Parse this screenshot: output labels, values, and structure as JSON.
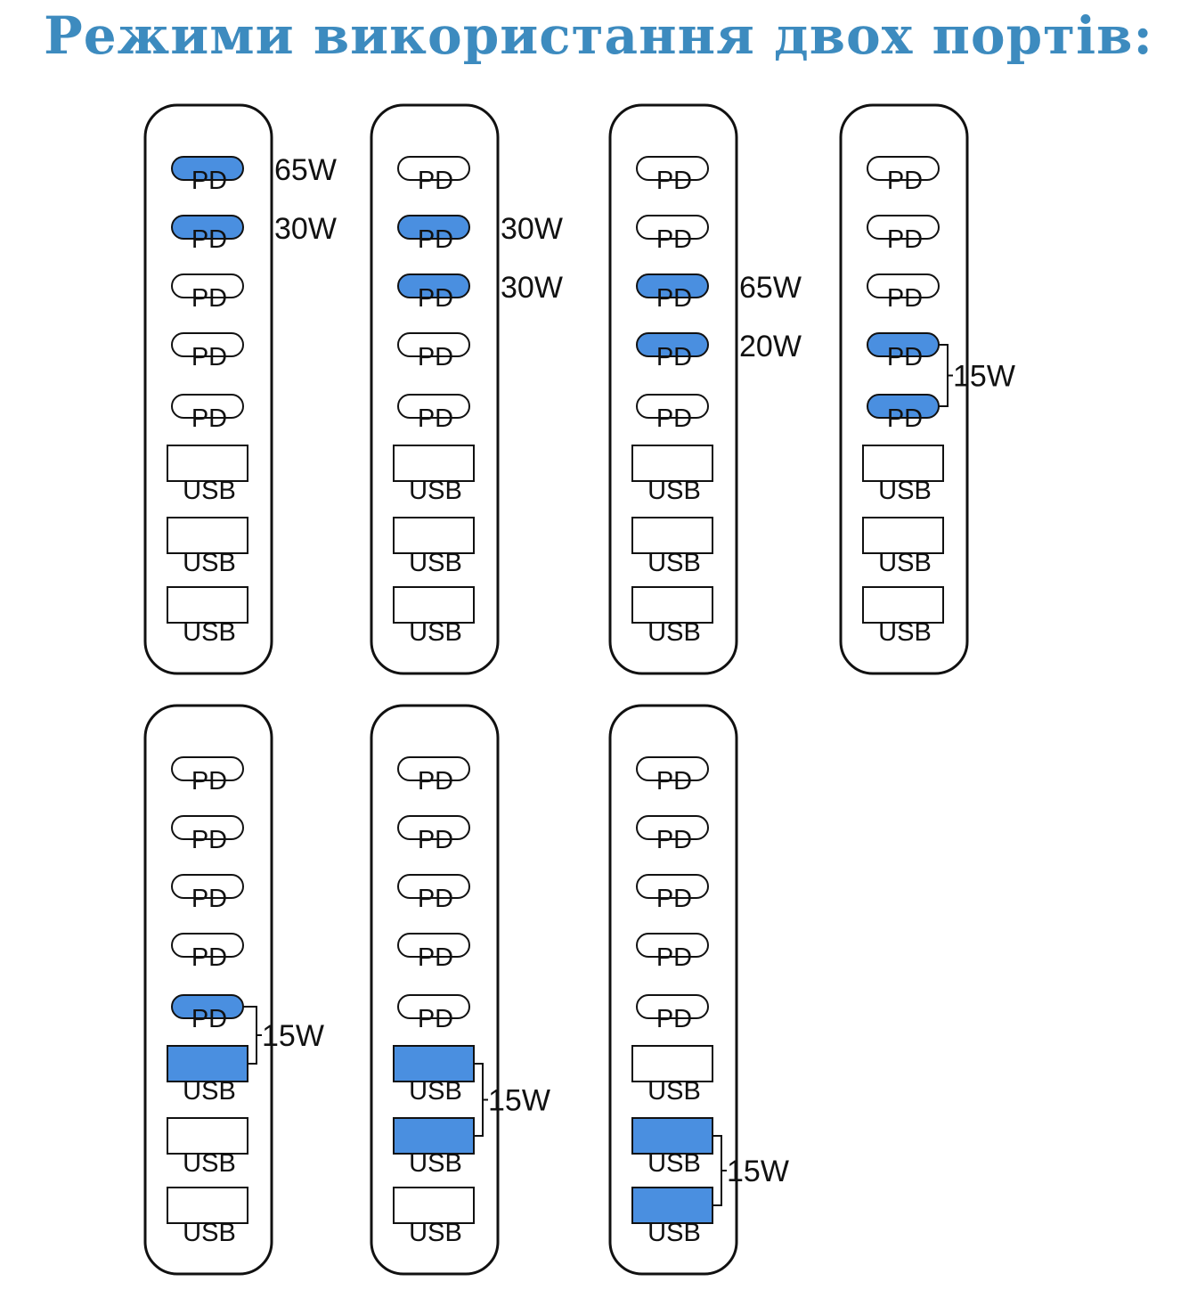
{
  "title": "Режими використання двох портів:",
  "colors": {
    "active": "#4a8fe0",
    "title": "#3d8bbf",
    "outline": "#111111"
  },
  "port_labels": [
    "PD",
    "PD",
    "PD",
    "PD",
    "PD",
    "USB",
    "USB",
    "USB"
  ],
  "modes": [
    {
      "active": [
        0,
        1
      ],
      "watts": [
        "65W",
        "30W"
      ],
      "style": "individual"
    },
    {
      "active": [
        1,
        2
      ],
      "watts": [
        "30W",
        "30W"
      ],
      "style": "individual"
    },
    {
      "active": [
        2,
        3
      ],
      "watts": [
        "65W",
        "20W"
      ],
      "style": "individual"
    },
    {
      "active": [
        3,
        4
      ],
      "watts": [
        "15W"
      ],
      "style": "shared"
    },
    {
      "active": [
        4,
        5
      ],
      "watts": [
        "15W"
      ],
      "style": "shared"
    },
    {
      "active": [
        5,
        6
      ],
      "watts": [
        "15W"
      ],
      "style": "shared"
    },
    {
      "active": [
        6,
        7
      ],
      "watts": [
        "15W"
      ],
      "style": "shared"
    }
  ]
}
